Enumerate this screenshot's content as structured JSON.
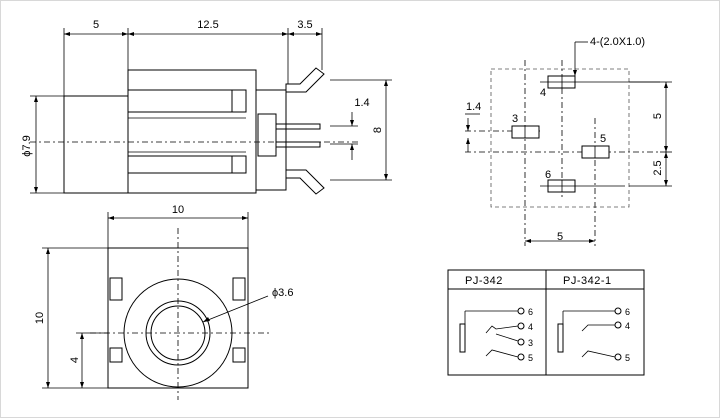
{
  "side_view": {
    "dim_top_1": "5",
    "dim_top_2": "12.5",
    "dim_top_3": "3.5",
    "dim_left": "ϕ7.9",
    "dim_pin": "1.4",
    "dim_right": "8"
  },
  "footprint": {
    "pad_spec": "4-(2.0X1.0)",
    "pad_4": "4",
    "pad_3": "3",
    "pad_5": "5",
    "pad_6": "6",
    "dim_left": "1.4",
    "dim_right_top": "5",
    "dim_right_bottom": "2.5",
    "dim_bottom": "5"
  },
  "front_view": {
    "dim_top": "10",
    "dim_left": "10",
    "dim_left_small": "4",
    "dim_hole": "ϕ3.6"
  },
  "schematic": {
    "col1_title": "PJ-342",
    "col2_title": "PJ-342-1",
    "col1_pins": [
      "6",
      "4",
      "3",
      "5"
    ],
    "col2_pins": [
      "6",
      "4",
      "5"
    ]
  }
}
